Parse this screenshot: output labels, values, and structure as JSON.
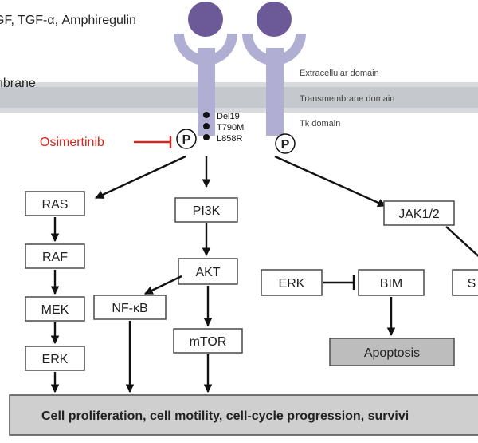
{
  "ligands": "GF, TGF-α, Amphiregulin",
  "membrane_label": "nbrane",
  "domains": {
    "extracellular": "Extracellular domain",
    "transmembrane": "Transmembrane domain",
    "tk": "Tk domain"
  },
  "mutations": [
    "Del19",
    "T790M",
    "L858R"
  ],
  "drug": "Osimertinib",
  "phospho": "P",
  "nodes": {
    "ras": "RAS",
    "raf": "RAF",
    "mek": "MEK",
    "erk_left": "ERK",
    "pi3k": "PI3K",
    "akt": "AKT",
    "nfkb": "NF-κB",
    "mtor": "mTOR",
    "jak": "JAK1/2",
    "erk_mid": "ERK",
    "bim": "BIM",
    "apoptosis": "Apoptosis",
    "partial_right": "S"
  },
  "outcome": "Cell proliferation, cell motility, cell-cycle progression, survivi",
  "colors": {
    "receptor": "#b1aed4",
    "ligand": "#6b5a97",
    "membrane": "#bfc3c7",
    "drug": "#d9251c",
    "apoptosis_fill": "#bdbdbd"
  }
}
